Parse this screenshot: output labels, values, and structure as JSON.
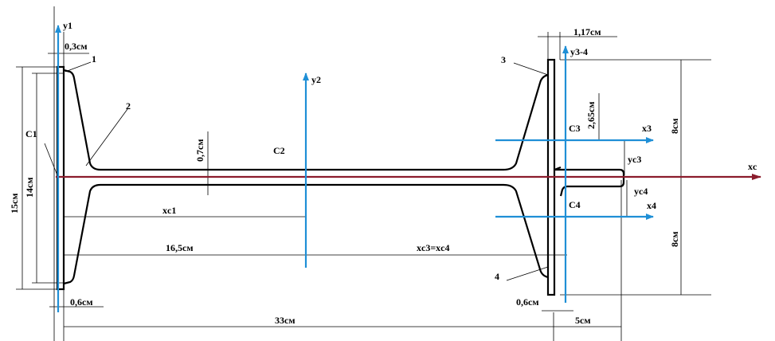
{
  "labels": {
    "y1": "y1",
    "y2": "y2",
    "y3_4": "y3-4",
    "x3": "x3",
    "x4": "x4",
    "xc": "xc",
    "c1": "C1",
    "c2": "C2",
    "c3": "C3",
    "c4": "C4",
    "yc3": "yc3",
    "yc4": "yc4",
    "xc1": "xc1",
    "xc3_xc4": "xc3=xc4",
    "part1": "1",
    "part2": "2",
    "part3": "3",
    "part4": "4"
  },
  "dimensions": {
    "t_left_top": "0,3см",
    "t_right_top": "1,17см",
    "h_15": "15см",
    "h_14": "14см",
    "web_07": "0,7см",
    "d_265": "2,65см",
    "h_8_top": "8см",
    "h_8_bottom": "8см",
    "x_165": "16,5см",
    "w_06_left": "0,6см",
    "w_06_right": "0,6см",
    "l_33": "33см",
    "l_5": "5см"
  },
  "colors": {
    "axis_blue": "#1f8fd6",
    "axis_red": "#8b1c2c",
    "outline": "#000000"
  }
}
